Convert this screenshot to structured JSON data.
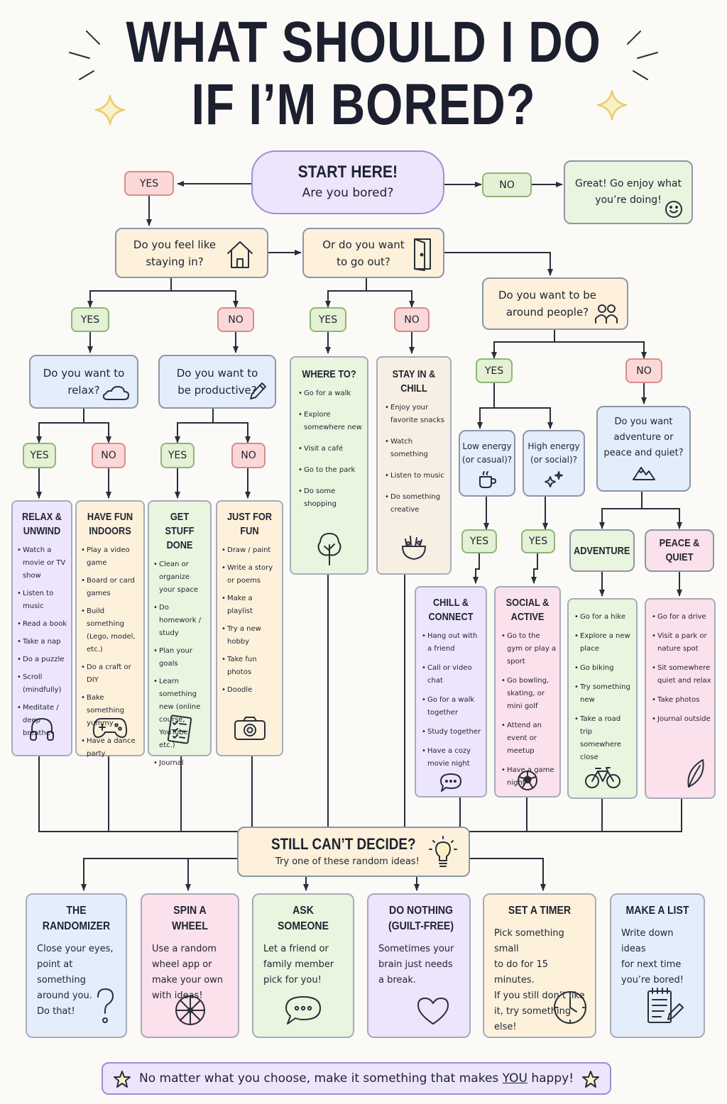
{
  "title": {
    "line1": "WHAT SHOULD I DO",
    "line2": "IF I’M BORED?"
  },
  "start": {
    "title": "START HERE!",
    "question": "Are you bored?"
  },
  "labels": {
    "yes": "YES",
    "no": "NO"
  },
  "enjoy": {
    "text": "Great! Go enjoy what you’re doing!",
    "icon": "smiley-icon"
  },
  "questions": {
    "staying_in": "Do you feel like staying in?",
    "go_out": "Or do you want to go out?",
    "around_people": "Do you want to be around people?",
    "relax": "Do you want to relax?",
    "productive": "Do you want to be productive?",
    "low_energy": "Low energy (or casual)?",
    "high_energy": "High energy (or social)?",
    "adventure_or_peace": "Do you want adventure or peace and quiet?"
  },
  "columns": {
    "relax": {
      "title": "RELAX & UNWIND",
      "icon": "headphones-icon",
      "items": [
        "Watch a movie or TV show",
        "Listen to music",
        "Read a book",
        "Take a nap",
        "Do a puzzle",
        "Scroll (mindfully)",
        "Meditate / deep breathe"
      ]
    },
    "fun_indoors": {
      "title": "HAVE FUN INDOORS",
      "icon": "gamepad-icon",
      "items": [
        "Play a video game",
        "Board or card games",
        "Build something (Lego, model, etc.)",
        "Do a craft or DIY",
        "Bake something yummy",
        "Have a dance party"
      ]
    },
    "stuff_done": {
      "title": "GET STUFF DONE",
      "icon": "checklist-icon",
      "items": [
        "Clean or organize your space",
        "Do homework / study",
        "Plan your goals",
        "Learn something new (online course, YouTube, etc.)",
        "Journal"
      ]
    },
    "just_fun": {
      "title": "JUST FOR FUN",
      "icon": "camera-icon",
      "items": [
        "Draw / paint",
        "Write a story or poems",
        "Make a playlist",
        "Try a new hobby",
        "Take fun photos",
        "Doodle"
      ]
    },
    "where_to": {
      "title": "WHERE TO?",
      "icon": "tree-icon",
      "items": [
        "Go for a walk",
        "Explore somewhere new",
        "Visit a café",
        "Go to the park",
        "Do some shopping"
      ]
    },
    "stay_chill": {
      "title": "STAY IN & CHILL",
      "icon": "snack-bowl-icon",
      "items": [
        "Enjoy your favorite snacks",
        "Watch something",
        "Listen to music",
        "Do something creative"
      ]
    },
    "chill_connect": {
      "title": "CHILL & CONNECT",
      "icon": "chat-bubble-icon",
      "items": [
        "Hang out with a friend",
        "Call or video chat",
        "Go for a walk together",
        "Study together",
        "Have a cozy movie night"
      ]
    },
    "social_active": {
      "title": "SOCIAL & ACTIVE",
      "icon": "soccer-ball-icon",
      "items": [
        "Go to the gym or play a sport",
        "Go bowling, skating, or mini golf",
        "Attend an event or meetup",
        "Have a game night"
      ]
    },
    "adventure": {
      "title": "ADVENTURE",
      "icon": "bicycle-icon",
      "items": [
        "Go for a hike",
        "Explore a new place",
        "Go biking",
        "Try something new",
        "Take a road trip somewhere close"
      ]
    },
    "peace_quiet": {
      "title": "PEACE & QUIET",
      "icon": "leaf-icon",
      "items": [
        "Go for a drive",
        "Visit a park or nature spot",
        "Sit somewhere quiet and relax",
        "Take photos",
        "Journal outside"
      ]
    }
  },
  "still": {
    "title": "STILL CAN’T DECIDE?",
    "subtitle": "Try one of these random ideas!",
    "icon": "lightbulb-icon"
  },
  "random": [
    {
      "title": "THE RANDOMIZER",
      "lines": [
        "Close your eyes,",
        "point at something",
        "around you.",
        "Do that!"
      ],
      "icon": "question-mark-icon"
    },
    {
      "title": "SPIN A WHEEL",
      "lines": [
        "Use a random",
        "wheel app or",
        "make your own",
        "with ideas!"
      ],
      "icon": "wheel-icon"
    },
    {
      "title": "ASK SOMEONE",
      "lines": [
        "Let a friend or",
        "family member",
        "pick for you!"
      ],
      "icon": "speech-bubble-icon"
    },
    {
      "title": "DO NOTHING (GUILT-FREE)",
      "lines": [
        "Sometimes your",
        "brain just needs",
        "a break."
      ],
      "icon": "heart-icon"
    },
    {
      "title": "SET A TIMER",
      "lines": [
        "Pick something small",
        "to do for 15 minutes.",
        "If you still don’t like",
        "it, try something",
        "else!"
      ],
      "icon": "clock-icon"
    },
    {
      "title": "MAKE A LIST",
      "lines": [
        "Write down ideas",
        "for next time",
        "you’re bored!"
      ],
      "icon": "notepad-icon"
    }
  ],
  "footer": {
    "before": "No matter what you choose, make it something that makes",
    "emph": "YOU",
    "after": "happy!",
    "icon": "star-icon"
  }
}
